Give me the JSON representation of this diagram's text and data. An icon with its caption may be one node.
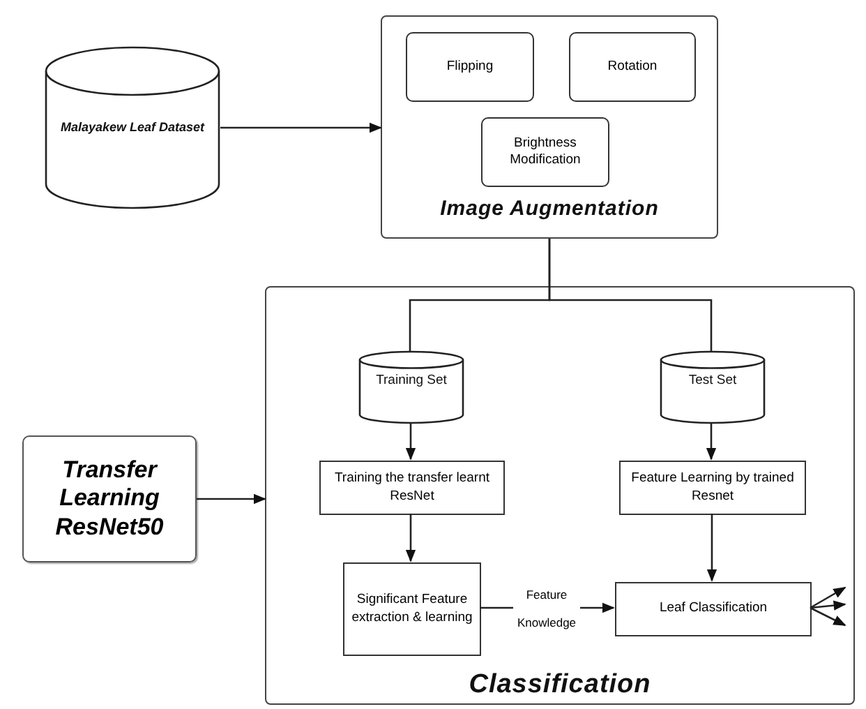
{
  "diagram": {
    "nodes": [
      {
        "text": [
          "Malayakew Leaf Dataset"
        ]
      },
      {
        "text": [
          "Image Augmentation"
        ]
      },
      {
        "text": [
          "Flipping"
        ],
        "in": 1
      },
      {
        "text": [
          "Rotation"
        ],
        "in": 1
      },
      {
        "text": [
          "Brightness Modification"
        ],
        "in": 1
      },
      {
        "text": [
          "Transfer Learning ResNet50"
        ]
      },
      {
        "text": [
          "Classification"
        ]
      },
      {
        "text": [
          "Training Set"
        ],
        "in": 6
      },
      {
        "text": [
          "Test Set"
        ],
        "in": 6
      },
      {
        "text": [
          "Training the transfer learnt ResNet"
        ],
        "in": 6
      },
      {
        "text": [
          "Feature Learning by trained Resnet"
        ],
        "in": 6
      },
      {
        "text": [
          "Significant Feature extraction & learning"
        ],
        "in": 6
      },
      {
        "text": [
          "Leaf Classification"
        ],
        "in": 6
      }
    ],
    "edges": [
      {
        "from": 0,
        "to": 1,
        "arrow": "to"
      },
      {
        "from": 1,
        "to": 7,
        "arrow": "none"
      },
      {
        "from": 1,
        "to": 8,
        "arrow": "none"
      },
      {
        "from": 5,
        "to": 6,
        "arrow": "to"
      },
      {
        "from": 7,
        "to": 9,
        "arrow": "to"
      },
      {
        "from": 8,
        "to": 10,
        "arrow": "to"
      },
      {
        "from": 9,
        "to": 11,
        "arrow": "to"
      },
      {
        "from": 10,
        "to": 12,
        "arrow": "to"
      },
      {
        "from": 11,
        "to": 12,
        "arrow": "to",
        "label": "Feature Knowledge"
      },
      {
        "from": 12,
        "to": null,
        "arrow": "to"
      },
      {
        "from": 12,
        "to": null,
        "arrow": "to"
      },
      {
        "from": 12,
        "to": null,
        "arrow": "to"
      }
    ]
  }
}
